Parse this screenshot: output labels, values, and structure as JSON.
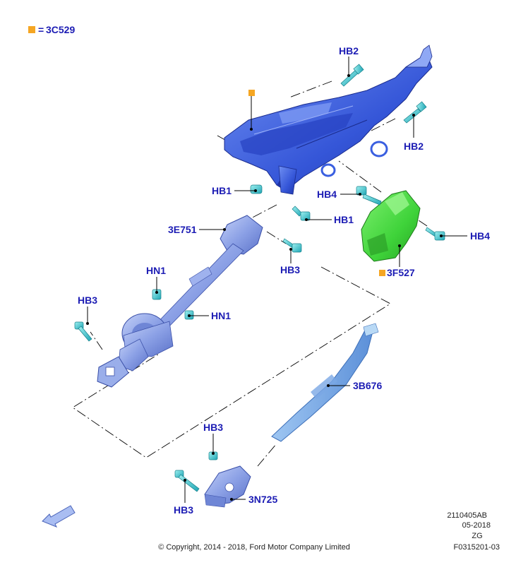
{
  "legend": {
    "marker_color": "#f5a623",
    "symbol": "=",
    "code": "3C529"
  },
  "parts": {
    "hb2_top": "HB2",
    "hb2_right": "HB2",
    "hb1_left": "HB1",
    "hb1_right": "HB1",
    "hb4_top": "HB4",
    "hb4_right": "HB4",
    "p3e751": "3E751",
    "hb3_mid": "HB3",
    "p3f527": "3F527",
    "hn1_top": "HN1",
    "hn1_right": "HN1",
    "hb3_left": "HB3",
    "p3b676": "3B676",
    "hb3_lower": "HB3",
    "hb3_bottom": "HB3",
    "p3n725": "3N725"
  },
  "footer": {
    "code1": "2110405AB",
    "date": "05-2018",
    "zg": "ZG",
    "code2": "F0315201-03",
    "copyright": "© Copyright, 2014 - 2018, Ford Motor Company Limited"
  },
  "colors": {
    "callout": "#1c1cb4",
    "column_blue": "#3a5fe0",
    "module_green": "#44d63e",
    "fastener_cyan": "#3ec9cf",
    "shaft_light": "#8aa2e8",
    "accent_orange": "#f5a623"
  }
}
